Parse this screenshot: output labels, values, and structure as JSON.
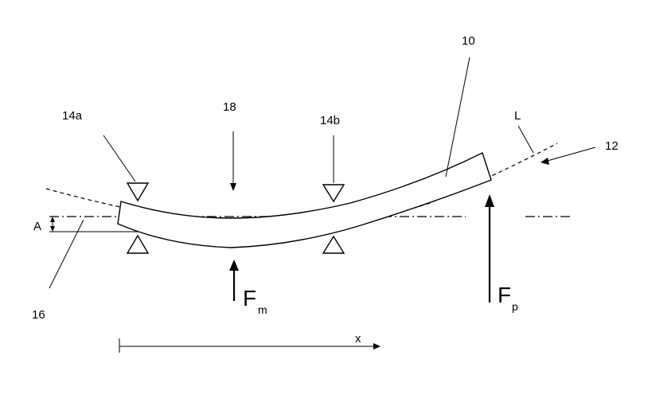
{
  "labels": {
    "beam": "10",
    "neutral_line": "L",
    "direction": "12",
    "support_left": "14a",
    "support_right": "14b",
    "reference_axis": "16",
    "load_point": "18",
    "offset": "A",
    "axis_x": "x",
    "force_m_main": "F",
    "force_m_sub": "m",
    "force_p_main": "F",
    "force_p_sub": "p"
  },
  "colors": {
    "ink": "#000000",
    "paper": "#ffffff"
  }
}
